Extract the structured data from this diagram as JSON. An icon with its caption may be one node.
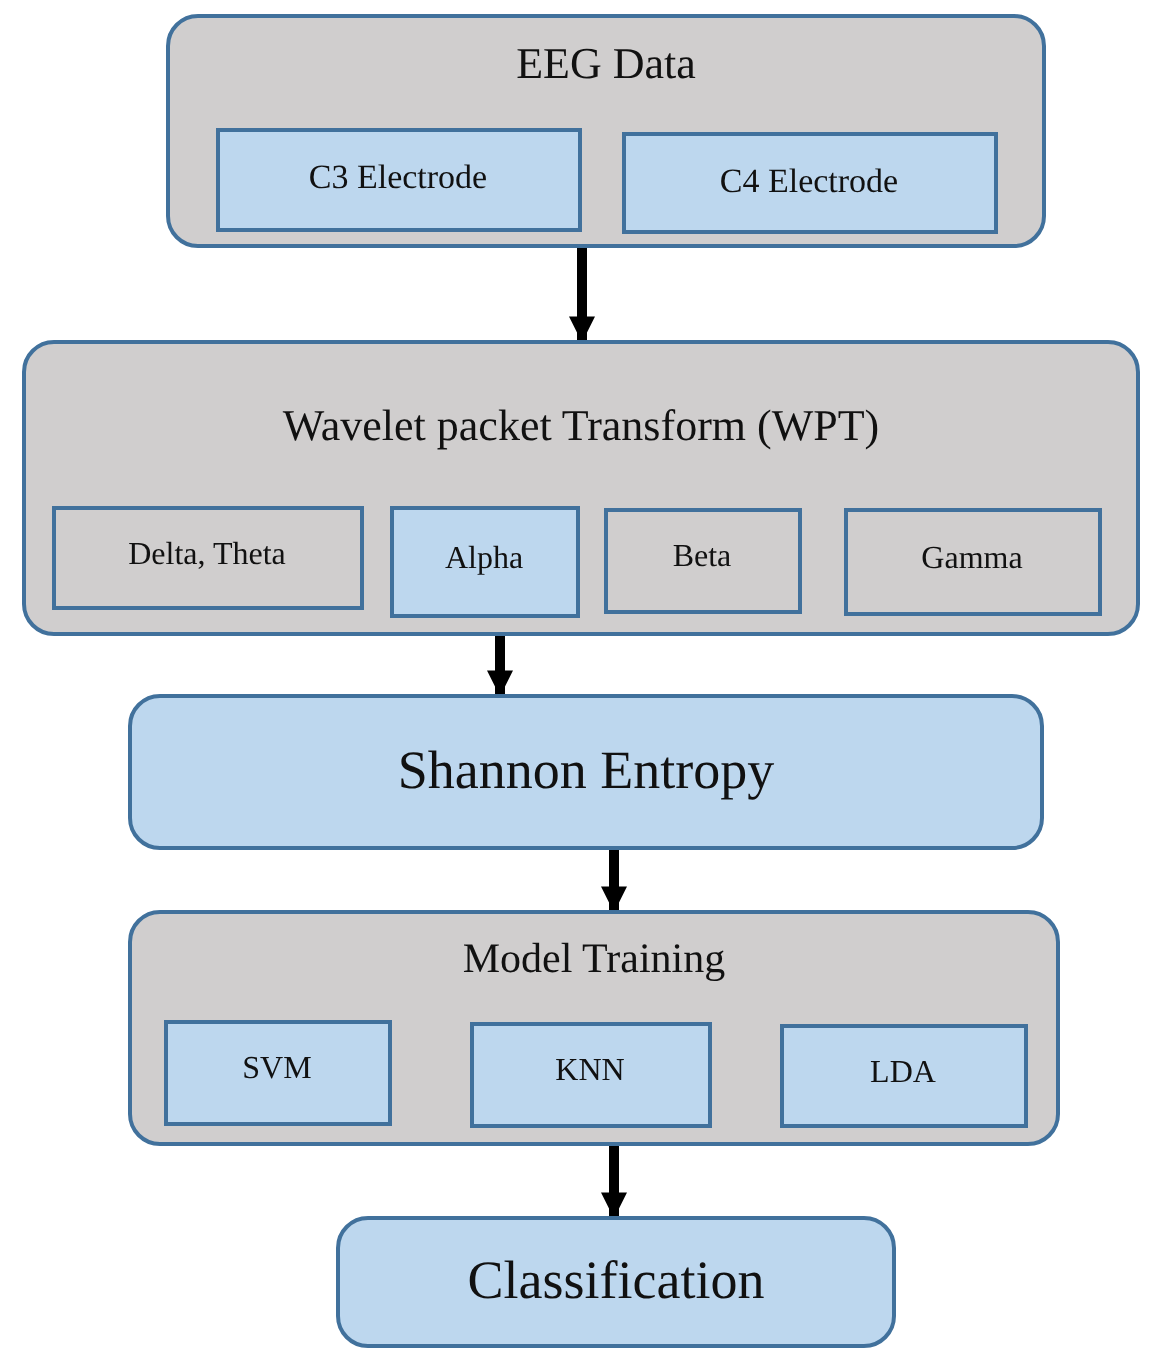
{
  "diagram": {
    "nodes": [
      {
        "text": [
          "EEG Data"
        ]
      },
      {
        "text": [
          "C3 Electrode"
        ],
        "in": 0
      },
      {
        "text": [
          "C4 Electrode"
        ],
        "in": 0
      },
      {
        "text": [
          "Wavelet packet Transform (WPT)"
        ]
      },
      {
        "text": [
          "Delta, Theta"
        ],
        "in": 3
      },
      {
        "text": [
          "Alpha"
        ],
        "in": 3
      },
      {
        "text": [
          "Beta"
        ],
        "in": 3
      },
      {
        "text": [
          "Gamma"
        ],
        "in": 3
      },
      {
        "text": [
          "Shannon Entropy"
        ]
      },
      {
        "text": [
          "Model Training"
        ]
      },
      {
        "text": [
          "SVM"
        ],
        "in": 9
      },
      {
        "text": [
          "KNN"
        ],
        "in": 9
      },
      {
        "text": [
          "LDA"
        ],
        "in": 9
      },
      {
        "text": [
          "Classification"
        ]
      }
    ],
    "edges": [
      {
        "from": 0,
        "to": 3,
        "arrow": "to"
      },
      {
        "from": 5,
        "to": 8,
        "arrow": "to"
      },
      {
        "from": 8,
        "to": 9,
        "arrow": "to"
      },
      {
        "from": 9,
        "to": 13,
        "arrow": "to"
      }
    ]
  }
}
